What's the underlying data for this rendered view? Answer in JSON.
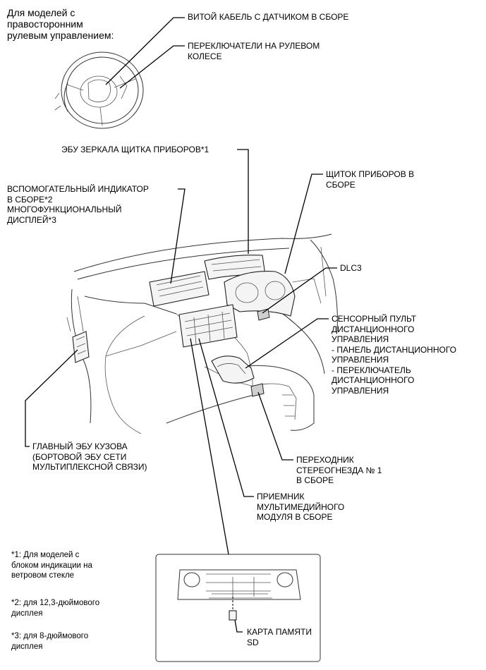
{
  "title_rhd": [
    "Для моделей с",
    "правосторонним",
    "рулевым управлением:"
  ],
  "labels": {
    "spiral_cable": [
      "ВИТОЙ КАБЕЛЬ С ДАТЧИКОМ В СБОРЕ"
    ],
    "steering_switches": [
      "ПЕРЕКЛЮЧАТЕЛИ НА РУЛЕВОМ",
      "КОЛЕСЕ"
    ],
    "mirror_ecu": [
      "ЭБУ ЗЕРКАЛА ЩИТКА ПРИБОРОВ*1"
    ],
    "combination_meter": [
      "ЩИТОК ПРИБОРОВ В",
      "СБОРЕ"
    ],
    "sub_display": [
      "ВСПОМОГАТЕЛЬНЫЙ ИНДИКАТОР",
      "В СБОРЕ*2",
      "МНОГОФУНКЦИОНАЛЬНЫЙ",
      "ДИСПЛЕЙ*3"
    ],
    "dlc3": [
      "DLC3"
    ],
    "touch_pad": [
      "СЕНСОРНЫЙ ПУЛЬТ",
      "ДИСТАНЦИОННОГО",
      "УПРАВЛЕНИЯ",
      "- ПАНЕЛЬ ДИСТАНЦИОННОГО",
      "УПРАВЛЕНИЯ",
      "- ПЕРЕКЛЮЧАТЕЛЬ",
      "ДИСТАНЦИОННОГО",
      "УПРАВЛЕНИЯ"
    ],
    "main_body_ecu": [
      "ГЛАВНЫЙ ЭБУ КУЗОВА",
      "(БОРТОВОЙ ЭБУ СЕТИ",
      "МУЛЬТИПЛЕКСНОЙ СВЯЗИ)"
    ],
    "stereo_jack": [
      "ПЕРЕХОДНИК",
      "СТЕРЕОГНЕЗДА № 1",
      "В СБОРЕ"
    ],
    "multimedia_receiver": [
      "ПРИЕМНИК",
      "МУЛЬТИМЕДИЙНОГО",
      "МОДУЛЯ В СБОРЕ"
    ],
    "sd_card": [
      "КАРТА ПАМЯТИ",
      "SD"
    ]
  },
  "footnotes": [
    [
      "*1: Для моделей с",
      "блоком индикации на",
      "ветровом стекле"
    ],
    [
      "*2: для 12,3-дюймового",
      "дисплея"
    ],
    [
      "*3: для 8-дюймового",
      "дисплея"
    ]
  ]
}
